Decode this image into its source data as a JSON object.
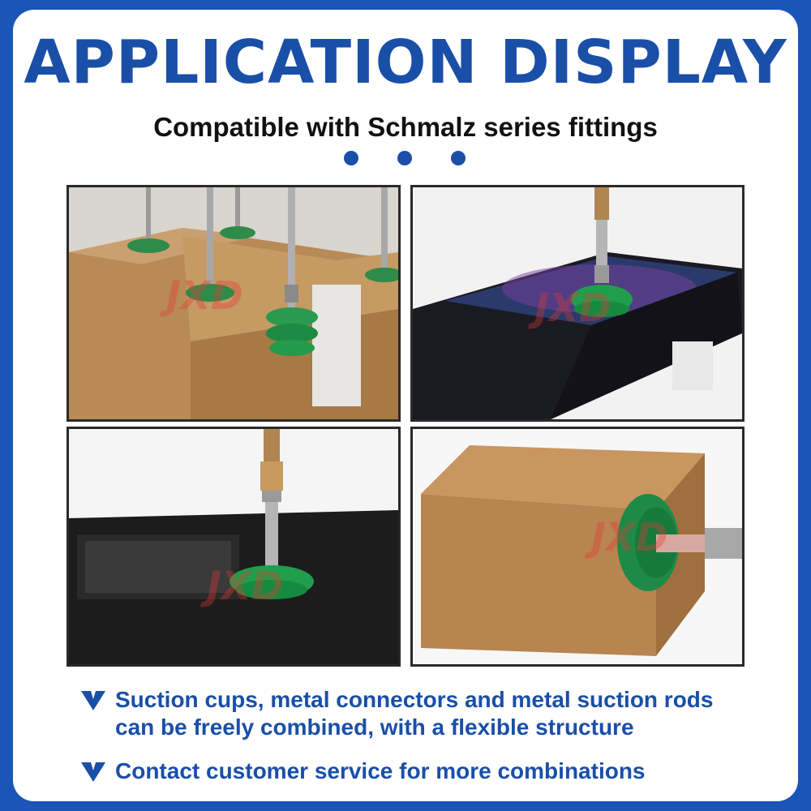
{
  "header": {
    "title": "APPLICATION DISPLAY",
    "subtitle": "Compatible with Schmalz series fittings"
  },
  "photos": [
    {
      "name": "photo-cardboard-boxes-multi-cups",
      "watermark": "JXD"
    },
    {
      "name": "photo-dark-box-single-cup",
      "watermark": "JXD"
    },
    {
      "name": "photo-black-panel-cup",
      "watermark": "JXD"
    },
    {
      "name": "photo-side-box-horizontal-cup",
      "watermark": "JXD"
    }
  ],
  "bullets": [
    {
      "line1": "Suction cups, metal connectors and metal suction rods",
      "line2": "can be freely combined, with a flexible structure"
    },
    {
      "line1": "Contact customer service for more combinations"
    }
  ],
  "colors": {
    "background": "#1a56b8",
    "accent": "#1a4fa8",
    "cup_green": "#1e9a4a"
  }
}
